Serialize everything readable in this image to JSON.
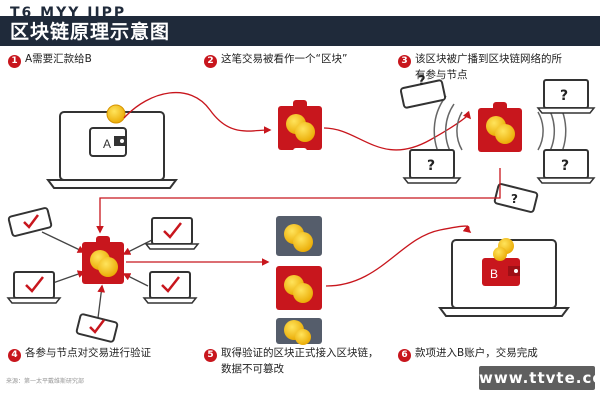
{
  "header": {
    "title": "区块链原理示意图",
    "watermark": "T6 MYY JIPP"
  },
  "steps": [
    {
      "n": "1",
      "text": "A需要汇款给B"
    },
    {
      "n": "2",
      "text": "这笔交易被看作一个“区块”"
    },
    {
      "n": "3",
      "text": "该区块被广播到区块链网络的所有参与节点",
      "line1": "该区块被广播到区块链网络的所",
      "line2": "有参与节点"
    },
    {
      "n": "4",
      "text": "各参与节点对交易进行验证"
    },
    {
      "n": "5",
      "text": "取得验证的区块正式接入区块链，数据不可篡改",
      "line1": "取得验证的区块正式接入区块链，",
      "line2": "数据不可篡改"
    },
    {
      "n": "6",
      "text": "款项进入B账户，交易完成"
    }
  ],
  "labels": {
    "wallet_a": "A",
    "wallet_b": "B",
    "question": "?"
  },
  "colors": {
    "red": "#c8161d",
    "dark": "#1f2a3a",
    "coin": "#f6c200",
    "block_gray": "#555d6b"
  },
  "footer": {
    "source": "来源：第一太平戴维斯研究部",
    "watermark": "www.ttvte.com"
  }
}
